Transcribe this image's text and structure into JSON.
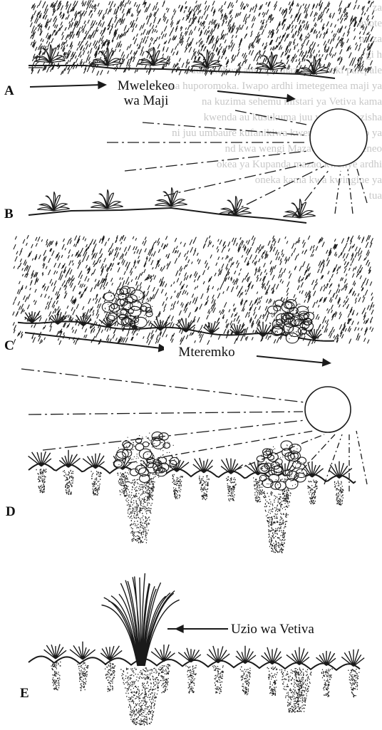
{
  "panels": {
    "a": "A",
    "b": "B",
    "c": "C",
    "d": "D",
    "e": "E"
  },
  "labels": {
    "water_direction_line1": "Mwelekeo",
    "water_direction_line2": "wa Maji",
    "slope": "Mteremko",
    "vetiver_hedge": "Uzio wa Vetiva"
  },
  "background_text": [
    "za",
    "ayote",
    "nu za",
    "gi h",
    "buure  kubwa  ambapo  mazingira  haki  palepale",
    "na  huporomoka.  Iwapo  ardhi  imetegemea  maji  ya",
    "na  kuzima  sehemu  mistari  ya  Vetiva  kama",
    "kwenda  au  kusukuma  juu  ya  kusawazisha",
    "ni  juu  umbaure  kufanikiwa  kwenye  mteremko  ya",
    "nd  kwa  wengi  Mazao  mengi  maeneo",
    "okea  ya  Kupanda  mazao  kwenye  ardhi",
    "oneka  kama  kwa  kwingine  ya",
    "tua"
  ],
  "colors": {
    "ink": "#1a1a1a",
    "faded_text": "#9a9a9a"
  }
}
